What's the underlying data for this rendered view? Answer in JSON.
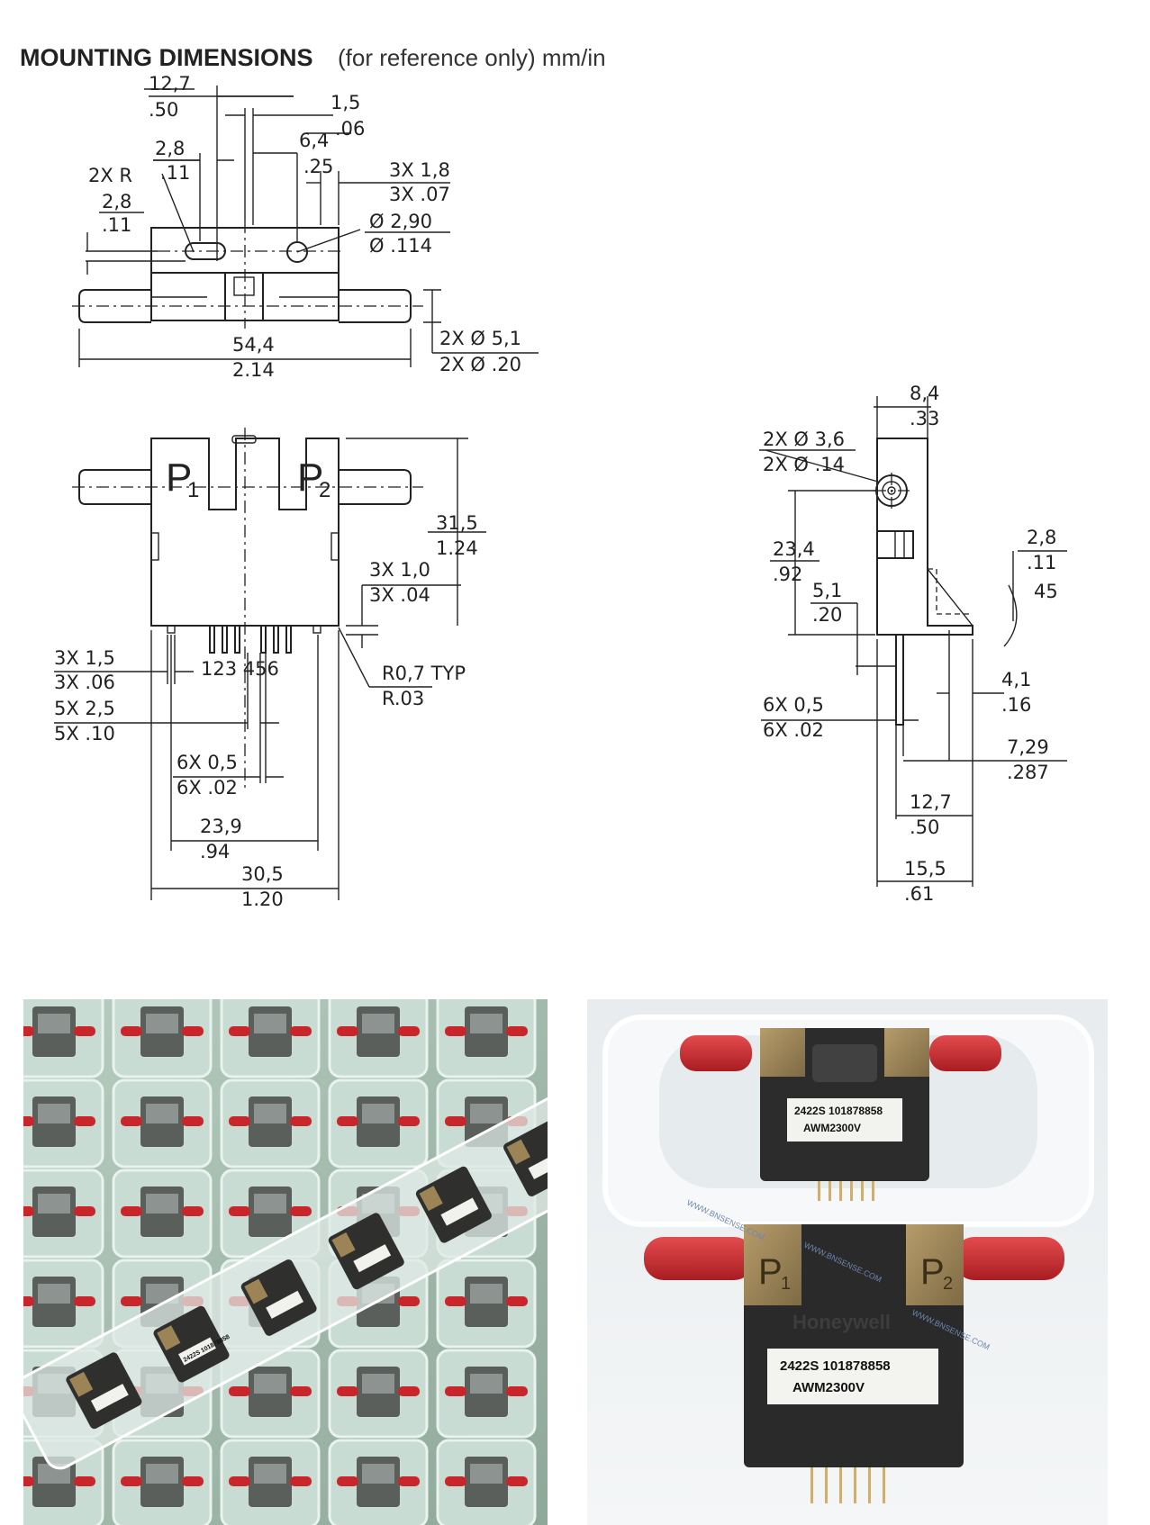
{
  "header": {
    "title": "MOUNTING DIMENSIONS",
    "subtitle": "(for reference only) mm/in"
  },
  "top_view": {
    "d_12_7": "12,7",
    "d_50": ".50",
    "d_1_5": "1,5",
    "d_06": ".06",
    "d_6_4": "6,4",
    "d_25": ".25",
    "d_2_8a": "2,8",
    "d_11a": ".11",
    "r_label": "2X R",
    "d_2_8b": "2,8",
    "d_11b": ".11",
    "d_3x18": "3X 1,8",
    "d_3x07": "3X .07",
    "d_dia290": "Ø 2,90",
    "d_dia114": "Ø .114",
    "d_54_4": "54,4",
    "d_2_14": "2.14",
    "d_2xdia51": "2X Ø 5,1",
    "d_2xdia20": "2X Ø .20"
  },
  "front_view": {
    "p1": "P",
    "p1_sub": "1",
    "p2": "P",
    "p2_sub": "2",
    "d_31_5": "31,5",
    "d_1_24": "1.24",
    "d_3x10": "3X 1,0",
    "d_3x04": "3X .04",
    "d_3x15": "3X 1,5",
    "d_3x06": "3X .06",
    "pins": "123 456",
    "r_07": "R0,7  TYP",
    "r_03": "R.03",
    "d_5x25": "5X 2,5",
    "d_5x10": "5X .10",
    "d_6x05": "6X 0,5",
    "d_6x02": "6X .02",
    "d_23_9": "23,9",
    "d_94": ".94",
    "d_30_5": "30,5",
    "d_1_20": "1.20"
  },
  "side_view": {
    "d_8_4": "8,4",
    "d_33": ".33",
    "d_2xdia36": "2X Ø 3,6",
    "d_2xdia14": "2X Ø .14",
    "d_23_4": "23,4",
    "d_92": ".92",
    "d_5_1": "5,1",
    "d_20": ".20",
    "d_2_8": "2,8",
    "d_11": ".11",
    "d_45": "45",
    "d_4_1": "4,1",
    "d_16": ".16",
    "d_6x05": "6X 0,5",
    "d_6x02": "6X .02",
    "d_7_29": "7,29",
    "d_287": ".287",
    "d_12_7": "12,7",
    "d_50": ".50",
    "d_15_5": "15,5",
    "d_61": ".61"
  },
  "photo_left": {
    "label_code": "2422S 101878858"
  },
  "photo_right": {
    "brand": "Honeywell",
    "back_label_line1": "2422S 101878858",
    "back_label_line2": "AWM2300V",
    "front_label_line1": "2422S 101878858",
    "front_label_line2": "AWM2300V",
    "p1": "P",
    "p1_sub": "1",
    "p2": "P",
    "p2_sub": "2",
    "watermark": "WWW.BNSENSE.COM"
  },
  "colors": {
    "line": "#222222",
    "tray_green": "#9fb8ab",
    "cap_red": "#c8262b",
    "body_black": "#2a2a2a",
    "port_bronze": "#9c8456"
  }
}
